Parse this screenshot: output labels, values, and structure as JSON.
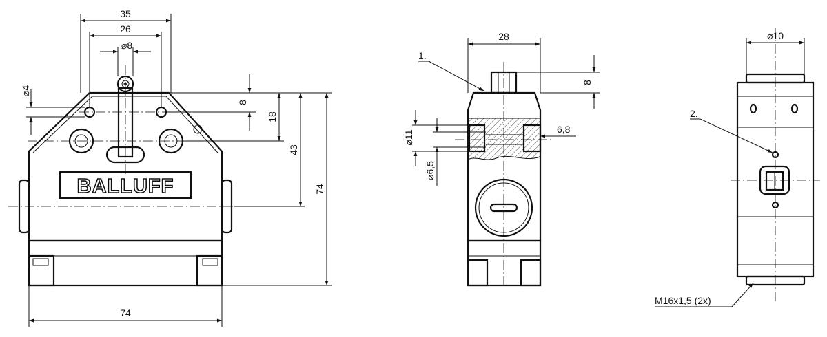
{
  "logo": "BALLUFF",
  "front_view": {
    "dims": {
      "width_total": "74",
      "top_span": "35",
      "hole_spacing": "26",
      "roller_dia": "⌀8",
      "pin_dia": "⌀4",
      "height_8": "8",
      "height_18": "18",
      "height_43": "43",
      "height_74": "74"
    }
  },
  "side_view": {
    "dims": {
      "width": "28",
      "plunger": "8",
      "hole_11": "⌀11",
      "hole_65": "⌀6,5",
      "depth_68": "6,8"
    },
    "callout": "1."
  },
  "end_view": {
    "dims": {
      "dia_10": "⌀10"
    },
    "callout": "2.",
    "thread_note": "M16x1,5 (2x)"
  }
}
